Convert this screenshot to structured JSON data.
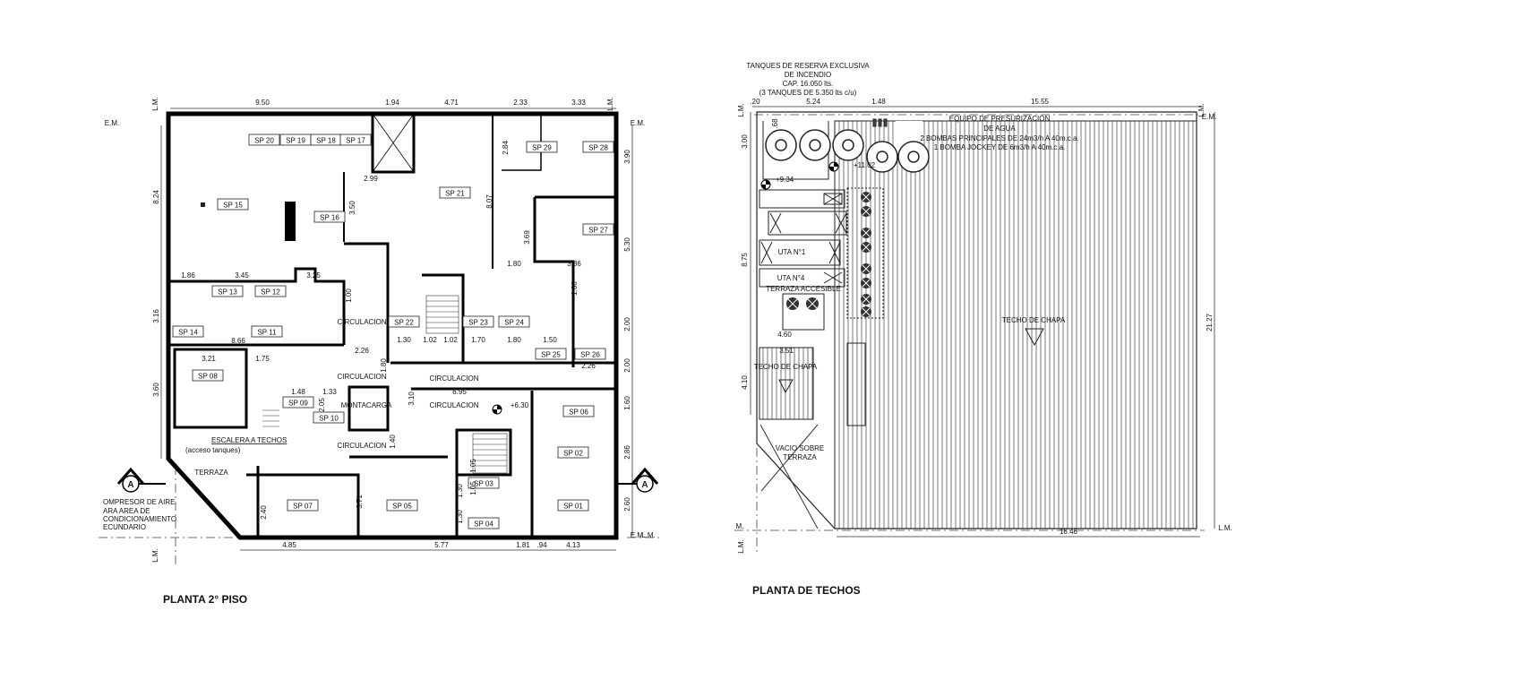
{
  "left_plan": {
    "title": "PLANTA 2° PISO",
    "rooms": [
      "SP 20",
      "SP 19",
      "SP 18",
      "SP 17",
      "SP 15",
      "SP 16",
      "SP 21",
      "SP 29",
      "SP 28",
      "SP 27",
      "SP 13",
      "SP 12",
      "SP 14",
      "SP 11",
      "SP 08",
      "SP 09",
      "SP 10",
      "SP 22",
      "SP 23",
      "SP 24",
      "SP 25",
      "SP 26",
      "SP 06",
      "SP 02",
      "SP 03",
      "SP 04",
      "SP 07",
      "SP 05",
      "SP 01"
    ],
    "labels": [
      "CIRCULACION",
      "CIRCULACION",
      "CIRCULACION",
      "CIRCULACION",
      "CIRCULACION",
      "MONTACARGA",
      "ESCALERA A TECHOS",
      "(acceso tanques)",
      "TERRAZA",
      "+6.30",
      "OMPRESOR DE AIRE",
      "ARA AREA DE",
      "CONDICIONAMIENTO",
      "ECUNDARIO",
      "E.M.",
      "E.M.",
      "E.M.",
      "L.M.",
      "L.M.",
      "L.M.",
      "L.M."
    ],
    "section_marker": "A",
    "dimensions": [
      "9.50",
      "1.94",
      "4.71",
      "2.33",
      "3.33",
      "4.85",
      "5.77",
      "1.81",
      ".94",
      "4.13",
      "8.24",
      "3.16",
      "3.60",
      "3.90",
      "5.30",
      "2.00",
      "2.00",
      "1.60",
      "2.86",
      "2.60",
      "2.99",
      "3.50",
      "8.07",
      "2.84",
      "3.69",
      "1.80",
      "3.86",
      "1.60",
      "1.86",
      "3.45",
      "3.25",
      "1.00",
      "8.66",
      "1.30",
      "1.02",
      "1.02",
      "1.70",
      "1.80",
      "1.50",
      "2.26",
      "1.80",
      "2.26",
      "3.21",
      "1.75",
      "1.48",
      "1.33",
      "2.05",
      "3.10",
      "6.95",
      "1.40",
      "1.05",
      "1.05",
      "1.30",
      "1.30",
      "3.71",
      "2.40"
    ]
  },
  "right_plan": {
    "title": "PLANTA DE TECHOS",
    "tank_note": [
      "TANQUES DE RESERVA EXCLUSIVA",
      "DE INCENDIO",
      "CAP. 16.050 lts.",
      "(3 TANQUES DE 5.350 lts c/u)"
    ],
    "pump_note": [
      "EQUIPO DE PRESURIZACION",
      "DE AGUA",
      "2 BOMBAS PRINCIPALES DE 24m3/h A 40m.c.a.",
      "1 BOMBA JOCKEY DE 6m3/h A 40m.c.a."
    ],
    "labels": [
      "+11.02",
      "+9.34",
      "UTA N°1",
      "UTA N°4",
      "TERRAZA ACCESIBLE",
      "TECHO DE CHAPA",
      "TECHO DE CHAPA",
      "VACIO SOBRE",
      "TERRAZA",
      "L.M.",
      "L.M.",
      "E.M.",
      "L.M.",
      "M.",
      "L.M."
    ],
    "dimensions": [
      ".20",
      "5.24",
      "1.48",
      "15.55",
      "3.00",
      "8.75",
      "4.10",
      "21.27",
      "18.46",
      "4.60",
      "3.51",
      ".68"
    ]
  }
}
